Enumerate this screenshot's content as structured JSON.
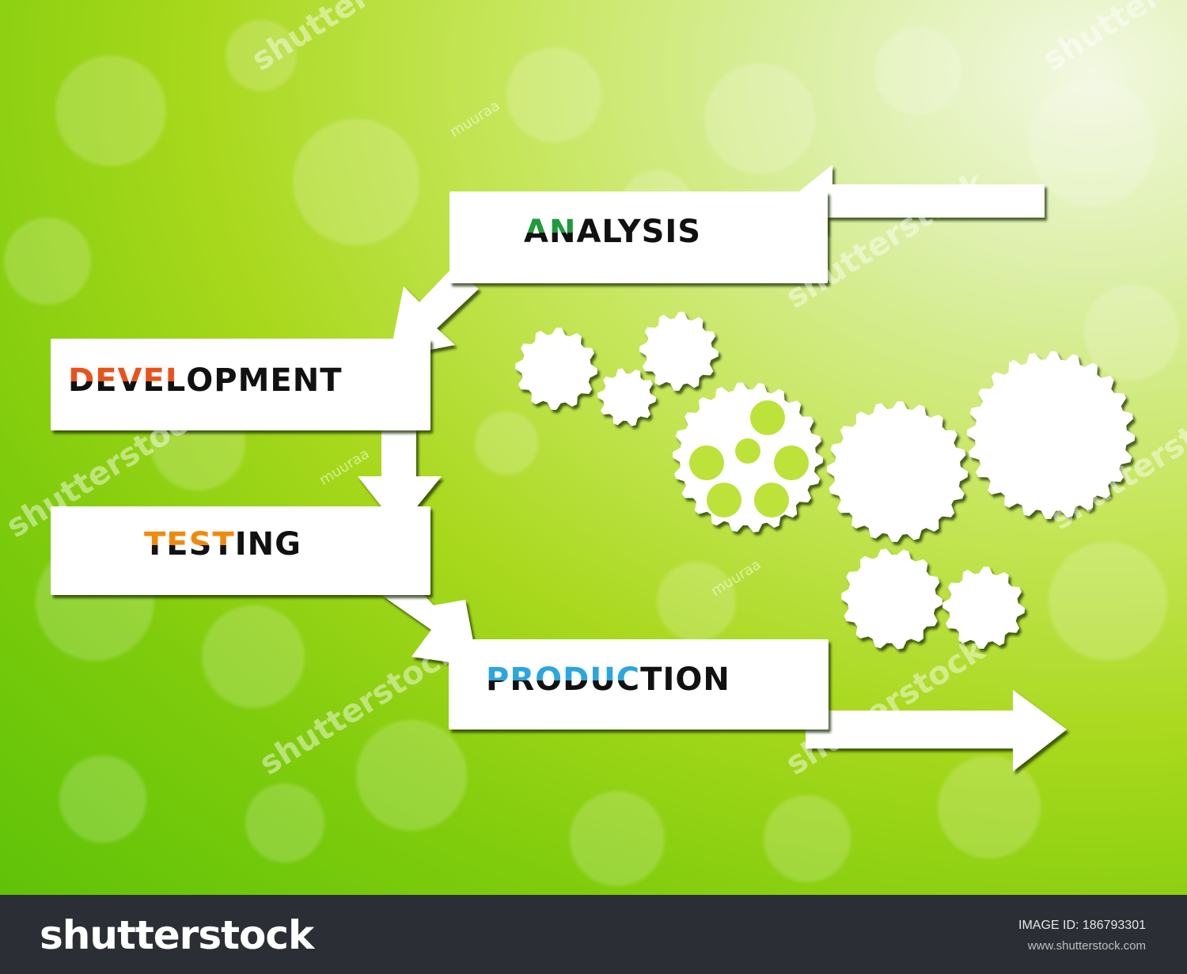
{
  "steps": [
    {
      "label_hl": "AN",
      "label_rest": "ALYSIS",
      "highlight_color": "#1f9a3c"
    },
    {
      "label_hl": "DEVEL",
      "label_rest": "OPMENT",
      "highlight_color": "#e8531c"
    },
    {
      "label_hl": "TEST",
      "label_rest": "ING",
      "highlight_color": "#f08a0c"
    },
    {
      "label_hl": "PRODUC",
      "label_rest": "TION",
      "highlight_color": "#2aa6e0"
    }
  ],
  "watermark": {
    "brand": "shutterstock",
    "author": "muuraa"
  },
  "footer": {
    "logo": "shutterstock",
    "image_id_label": "IMAGE ID:",
    "image_id": "186793301",
    "url": "www.shutterstock.com"
  },
  "colors": {
    "background_light": "#f2f8e2",
    "background_dark": "#5fc208",
    "footer": "#2b2f35",
    "box": "#ffffff"
  }
}
